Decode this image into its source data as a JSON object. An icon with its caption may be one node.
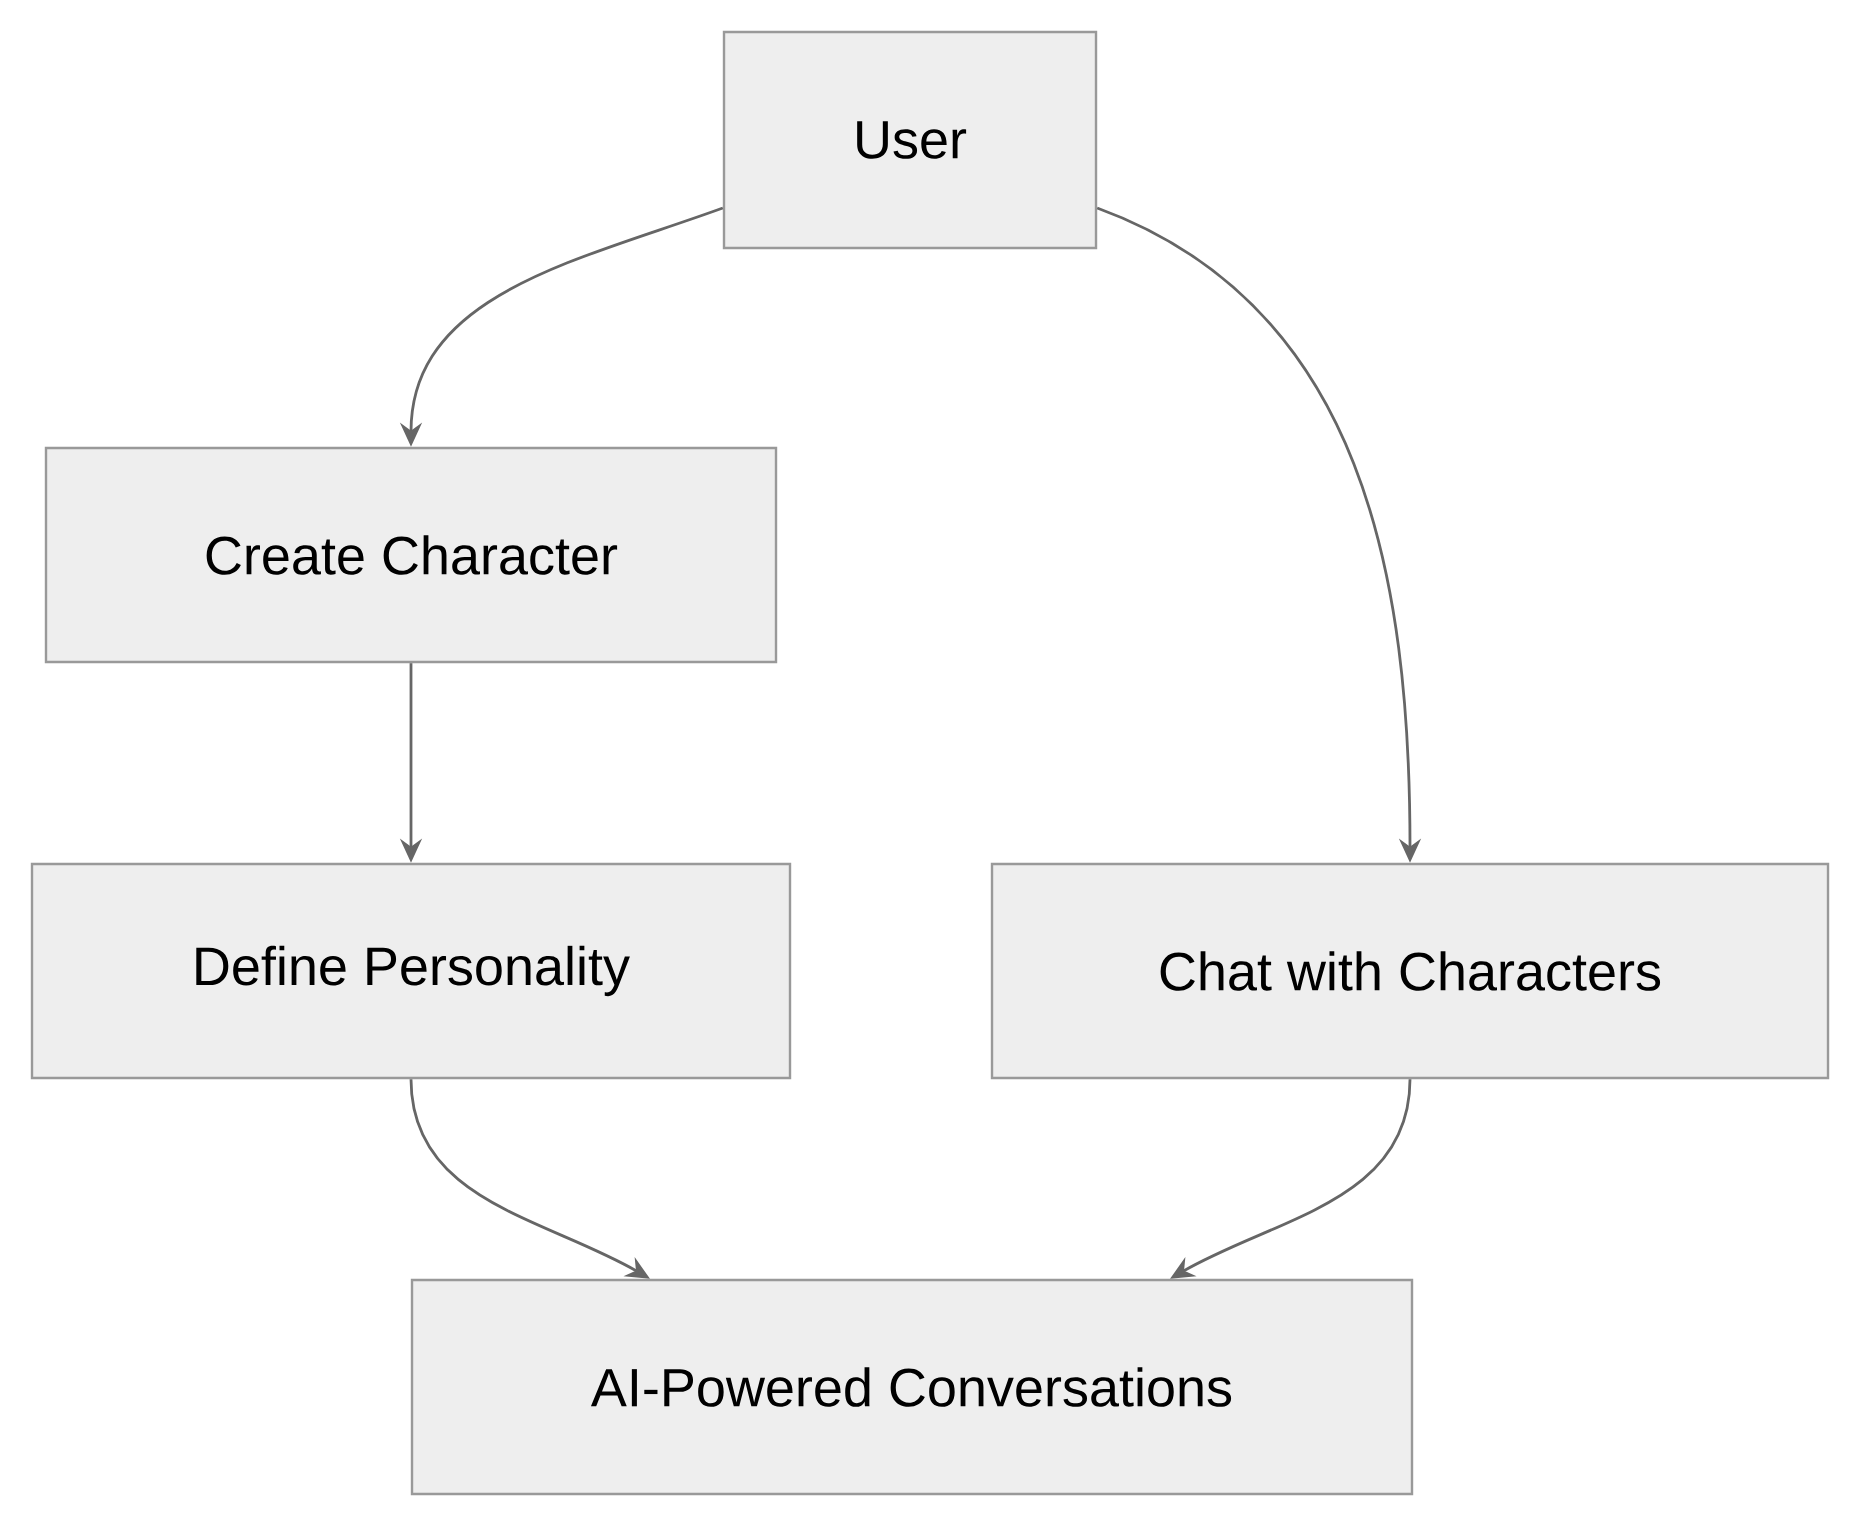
{
  "diagram": {
    "nodes": [
      {
        "text": [
          "User"
        ]
      },
      {
        "text": [
          "Create Character"
        ]
      },
      {
        "text": [
          "Define Personality"
        ]
      },
      {
        "text": [
          "Chat with Characters"
        ]
      },
      {
        "text": [
          "AI-Powered Conversations"
        ]
      }
    ],
    "edges": [
      {
        "from": 0,
        "to": 1,
        "arrow": "to"
      },
      {
        "from": 0,
        "to": 3,
        "arrow": "to"
      },
      {
        "from": 1,
        "to": 2,
        "arrow": "to"
      },
      {
        "from": 2,
        "to": 4,
        "arrow": "to"
      },
      {
        "from": 3,
        "to": 4,
        "arrow": "to"
      }
    ]
  }
}
